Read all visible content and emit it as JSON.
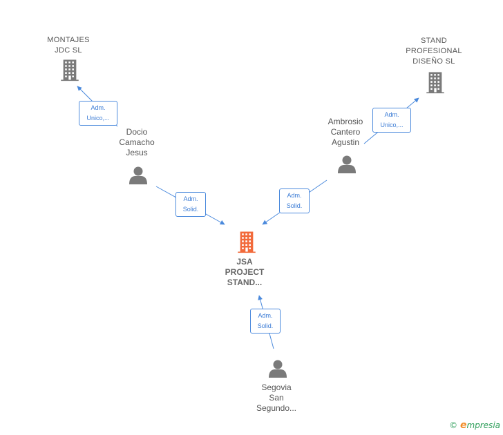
{
  "nodes": [
    {
      "id": "jsa",
      "type": "company",
      "main": true,
      "label": "JSA\nPROJECT\nSTAND...",
      "color": "#f26a3b"
    },
    {
      "id": "montajes",
      "type": "company",
      "label": "MONTAJES\nJDC  SL",
      "color": "#7a7a7a"
    },
    {
      "id": "stand",
      "type": "company",
      "label": "STAND\nPROFESIONAL\nDISEÑO  SL",
      "color": "#7a7a7a"
    },
    {
      "id": "docio",
      "type": "person",
      "label": "Docio\nCamacho\nJesus",
      "color": "#7a7a7a"
    },
    {
      "id": "ambrosio",
      "type": "person",
      "label": "Ambrosio\nCantero\nAgustin",
      "color": "#7a7a7a"
    },
    {
      "id": "segovia",
      "type": "person",
      "label": "Segovia\nSan\nSegundo...",
      "color": "#7a7a7a"
    }
  ],
  "edges": [
    {
      "from": "docio",
      "to": "montajes",
      "label": "Adm.\nUnico,..."
    },
    {
      "from": "ambrosio",
      "to": "stand",
      "label": "Adm.\nUnico,..."
    },
    {
      "from": "docio",
      "to": "jsa",
      "label": "Adm.\nSolid."
    },
    {
      "from": "ambrosio",
      "to": "jsa",
      "label": "Adm.\nSolid."
    },
    {
      "from": "segovia",
      "to": "jsa",
      "label": "Adm.\nSolid."
    }
  ],
  "edge_color": "#4a89dc",
  "watermark": {
    "copyright": "©",
    "brand_initial": "e",
    "brand_rest": "mpresia"
  }
}
